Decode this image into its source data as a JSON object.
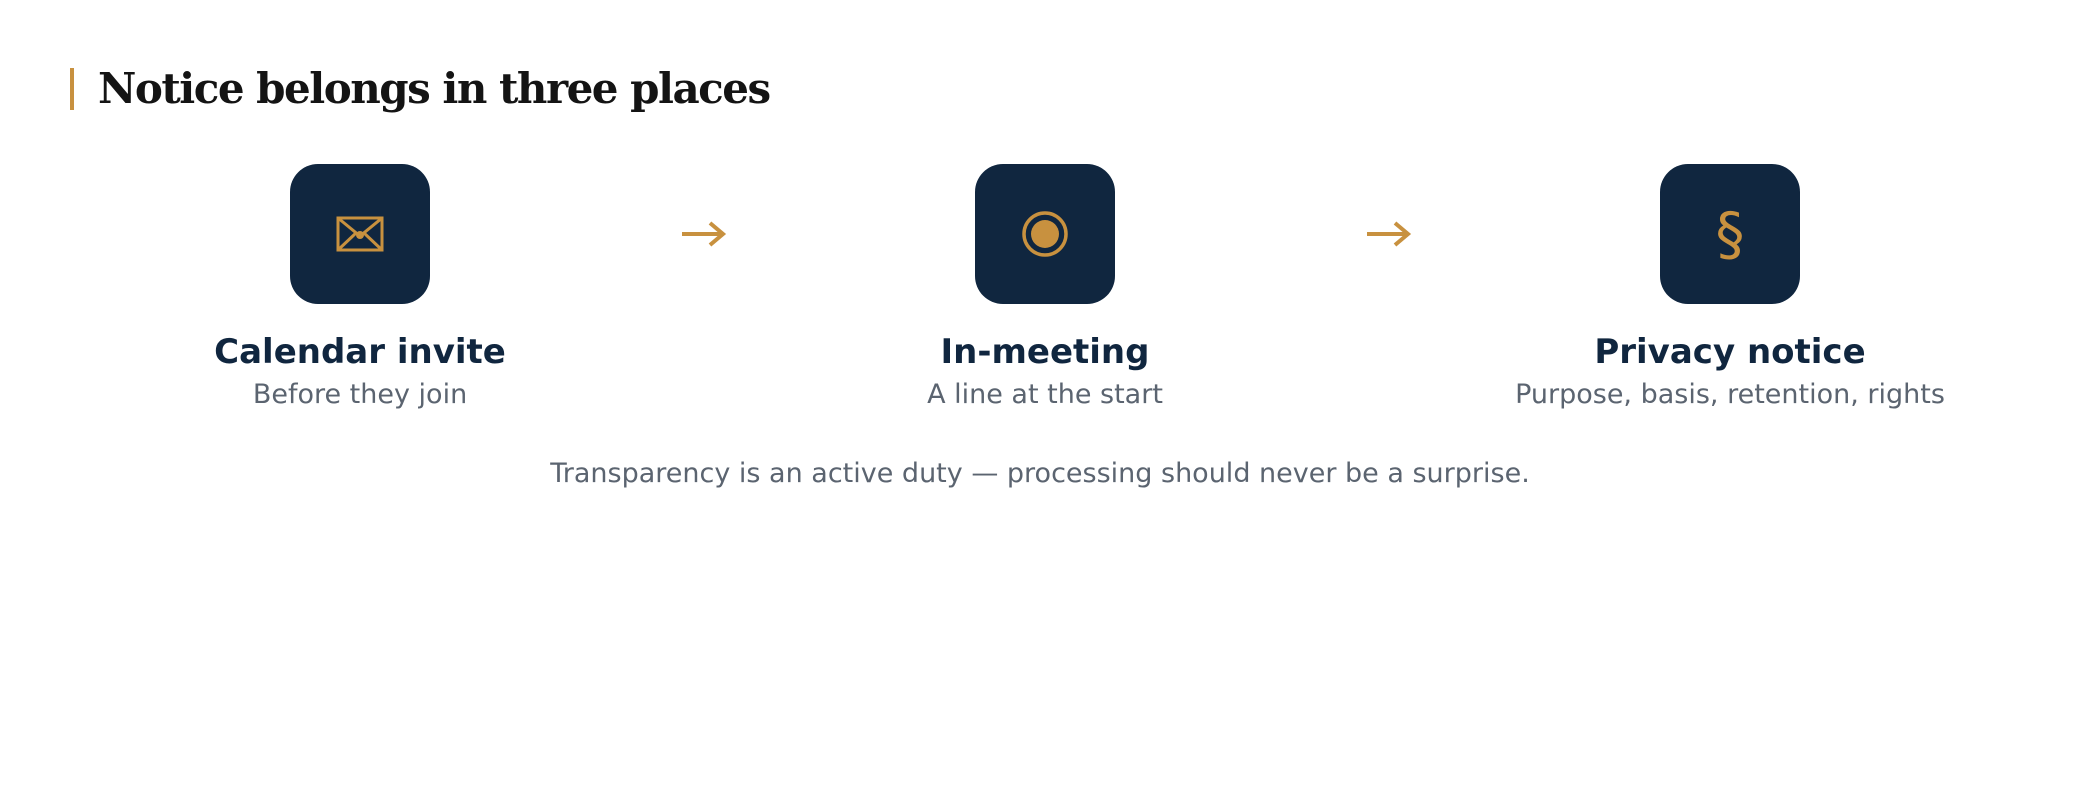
{
  "heading": {
    "title": "Notice belongs in three places"
  },
  "steps": [
    {
      "icon": "envelope-icon",
      "title": "Calendar invite",
      "subtitle": "Before they join"
    },
    {
      "icon": "record-dot-icon",
      "title": "In-meeting",
      "subtitle": "A line at the start"
    },
    {
      "icon": "section-sign-icon",
      "title": "Privacy notice",
      "subtitle": "Purpose, basis, retention, rights"
    }
  ],
  "connectors": [
    "arrow-right-icon",
    "arrow-right-icon"
  ],
  "footnote": "Transparency is an active duty — processing should never be a surprise.",
  "colors": {
    "accent": "#c8913f",
    "navy": "#10263f",
    "muted": "#5b6470",
    "heading": "#141414"
  }
}
